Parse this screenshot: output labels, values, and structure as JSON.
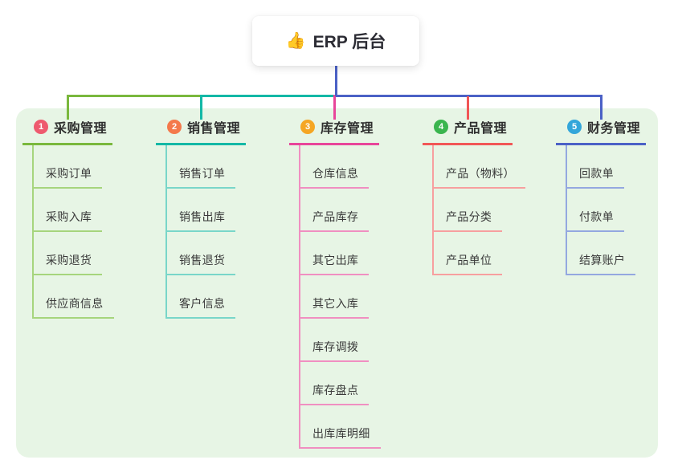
{
  "root": {
    "icon": "👍",
    "title": "ERP 后台"
  },
  "theme": {
    "canvas_bg": "#ffffff",
    "panel_bg": "#e7f5e5",
    "root_line_color": "#4b61c6",
    "root_text_color": "#2c2c34",
    "branch_text_color": "#2f2f2f",
    "child_text_color": "#3a3a3a"
  },
  "branches": [
    {
      "num": "1",
      "label": "采购管理",
      "badge_color": "#ee5a6e",
      "line_color": "#7ab83d",
      "light_color": "#a6d57d",
      "children": [
        "采购订单",
        "采购入库",
        "采购退货",
        "供应商信息"
      ]
    },
    {
      "num": "2",
      "label": "销售管理",
      "badge_color": "#f4794b",
      "line_color": "#14b8a6",
      "light_color": "#79d6c9",
      "children": [
        "销售订单",
        "销售出库",
        "销售退货",
        "客户信息"
      ]
    },
    {
      "num": "3",
      "label": "库存管理",
      "badge_color": "#f5a623",
      "line_color": "#e8459a",
      "light_color": "#f08fc1",
      "children": [
        "仓库信息",
        "产品库存",
        "其它出库",
        "其它入库",
        "库存调拨",
        "库存盘点",
        "出库库明细"
      ]
    },
    {
      "num": "4",
      "label": "产品管理",
      "badge_color": "#3ab54e",
      "line_color": "#f15656",
      "light_color": "#f79f9f",
      "children": [
        "产品（物料）",
        "产品分类",
        "产品单位"
      ]
    },
    {
      "num": "5",
      "label": "财务管理",
      "badge_color": "#33a6da",
      "line_color": "#4b61c6",
      "light_color": "#94a8e0",
      "children": [
        "回款单",
        "付款单",
        "结算账户"
      ]
    }
  ]
}
